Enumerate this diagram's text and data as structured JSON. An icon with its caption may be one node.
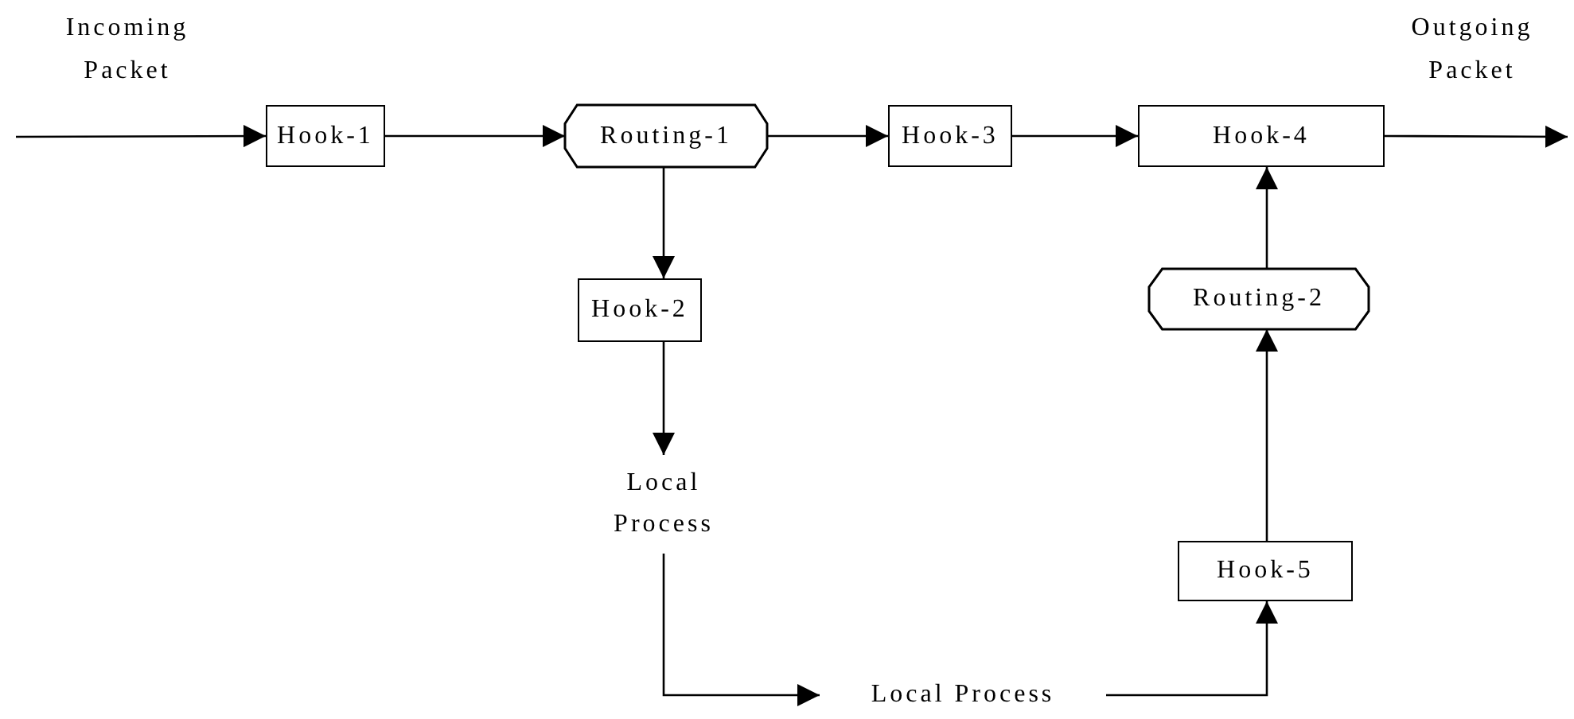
{
  "diagram": {
    "nodes": [
      {
        "text": [
          "Hook-1"
        ]
      },
      {
        "text": [
          "Routing-1"
        ]
      },
      {
        "text": [
          "Hook-3"
        ]
      },
      {
        "text": [
          "Hook-4"
        ]
      },
      {
        "text": [
          "Hook-2"
        ]
      },
      {
        "text": [
          "Local Process"
        ]
      },
      {
        "text": [
          "Routing-2"
        ]
      },
      {
        "text": [
          "Hook-5"
        ]
      },
      {
        "text": [
          "Local Process"
        ]
      }
    ],
    "edges": [
      {
        "from": null,
        "to": 0,
        "arrow": "to"
      },
      {
        "from": 0,
        "to": 1,
        "arrow": "to"
      },
      {
        "from": 1,
        "to": 2,
        "arrow": "to"
      },
      {
        "from": 2,
        "to": 3,
        "arrow": "to"
      },
      {
        "from": 3,
        "to": null,
        "arrow": "to"
      },
      {
        "from": 1,
        "to": 4,
        "arrow": "to"
      },
      {
        "from": 4,
        "to": 5,
        "arrow": "to"
      },
      {
        "from": 5,
        "to": 8,
        "arrow": "to"
      },
      {
        "from": 8,
        "to": 7,
        "arrow": "to"
      },
      {
        "from": 7,
        "to": 6,
        "arrow": "to"
      },
      {
        "from": 6,
        "to": 3,
        "arrow": "to"
      }
    ],
    "labels": [
      "Incoming Packet",
      "Outgoing Packet"
    ]
  }
}
